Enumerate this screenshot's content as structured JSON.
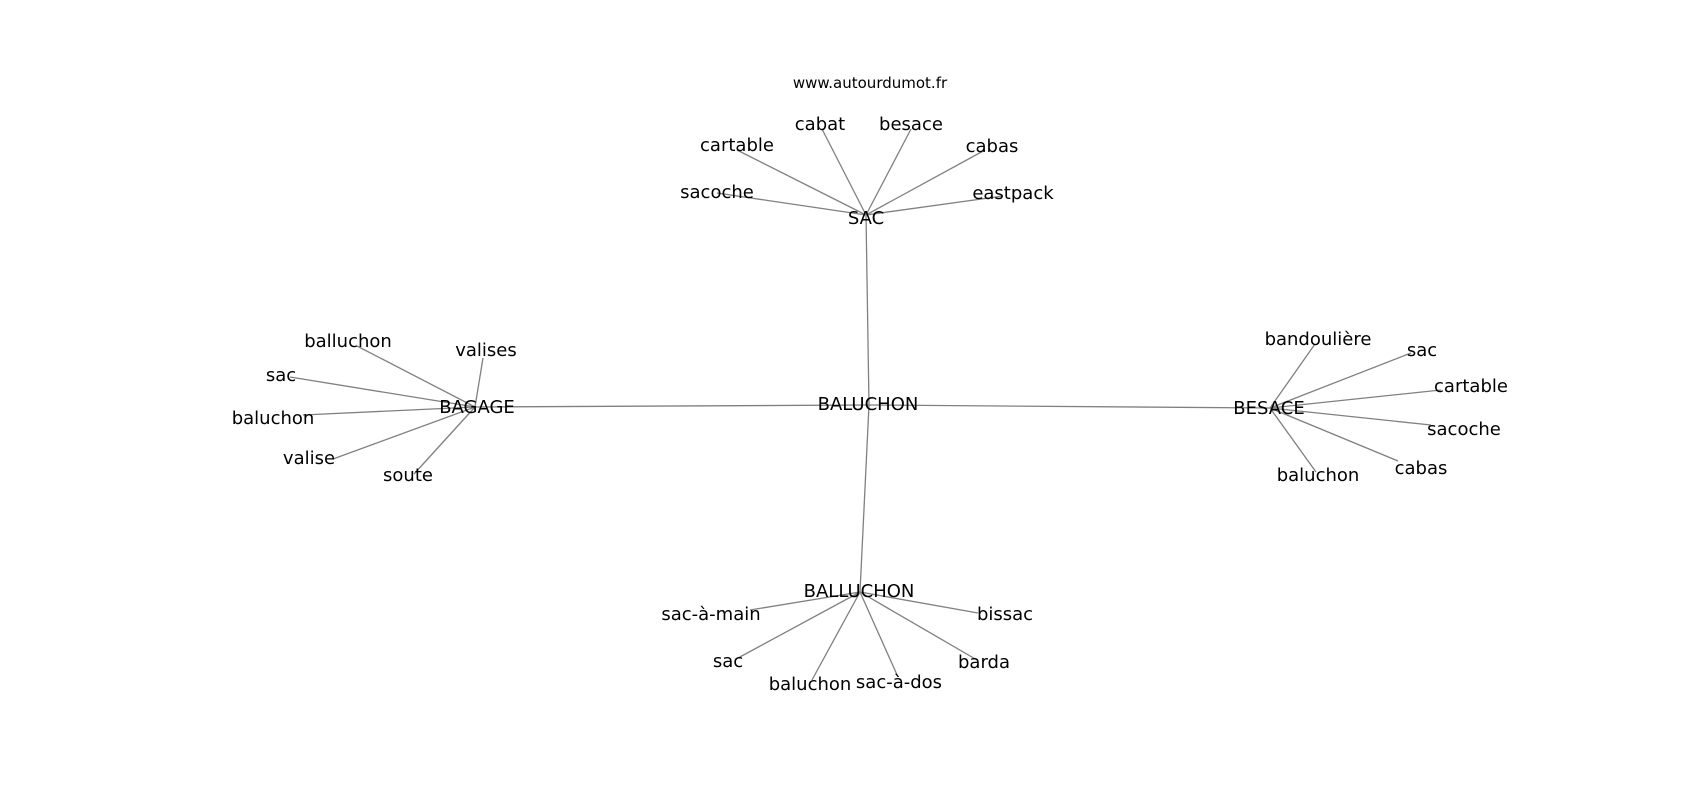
{
  "watermark": "www.autourdumot.fr",
  "center": "BALUCHON",
  "hubs": [
    {
      "key": "sac",
      "label": "SAC",
      "leaves": [
        "sacoche",
        "cartable",
        "cabat",
        "besace",
        "cabas",
        "eastpack"
      ]
    },
    {
      "key": "bagage",
      "label": "BAGAGE",
      "leaves": [
        "balluchon",
        "valises",
        "sac",
        "baluchon",
        "valise",
        "soute"
      ]
    },
    {
      "key": "besace",
      "label": "BESACE",
      "leaves": [
        "bandoulière",
        "sac",
        "cartable",
        "sacoche",
        "cabas",
        "baluchon"
      ]
    },
    {
      "key": "balluchon",
      "label": "BALLUCHON",
      "leaves": [
        "sac-à-main",
        "sac",
        "baluchon",
        "sac-à-dos",
        "barda",
        "bissac"
      ]
    }
  ]
}
